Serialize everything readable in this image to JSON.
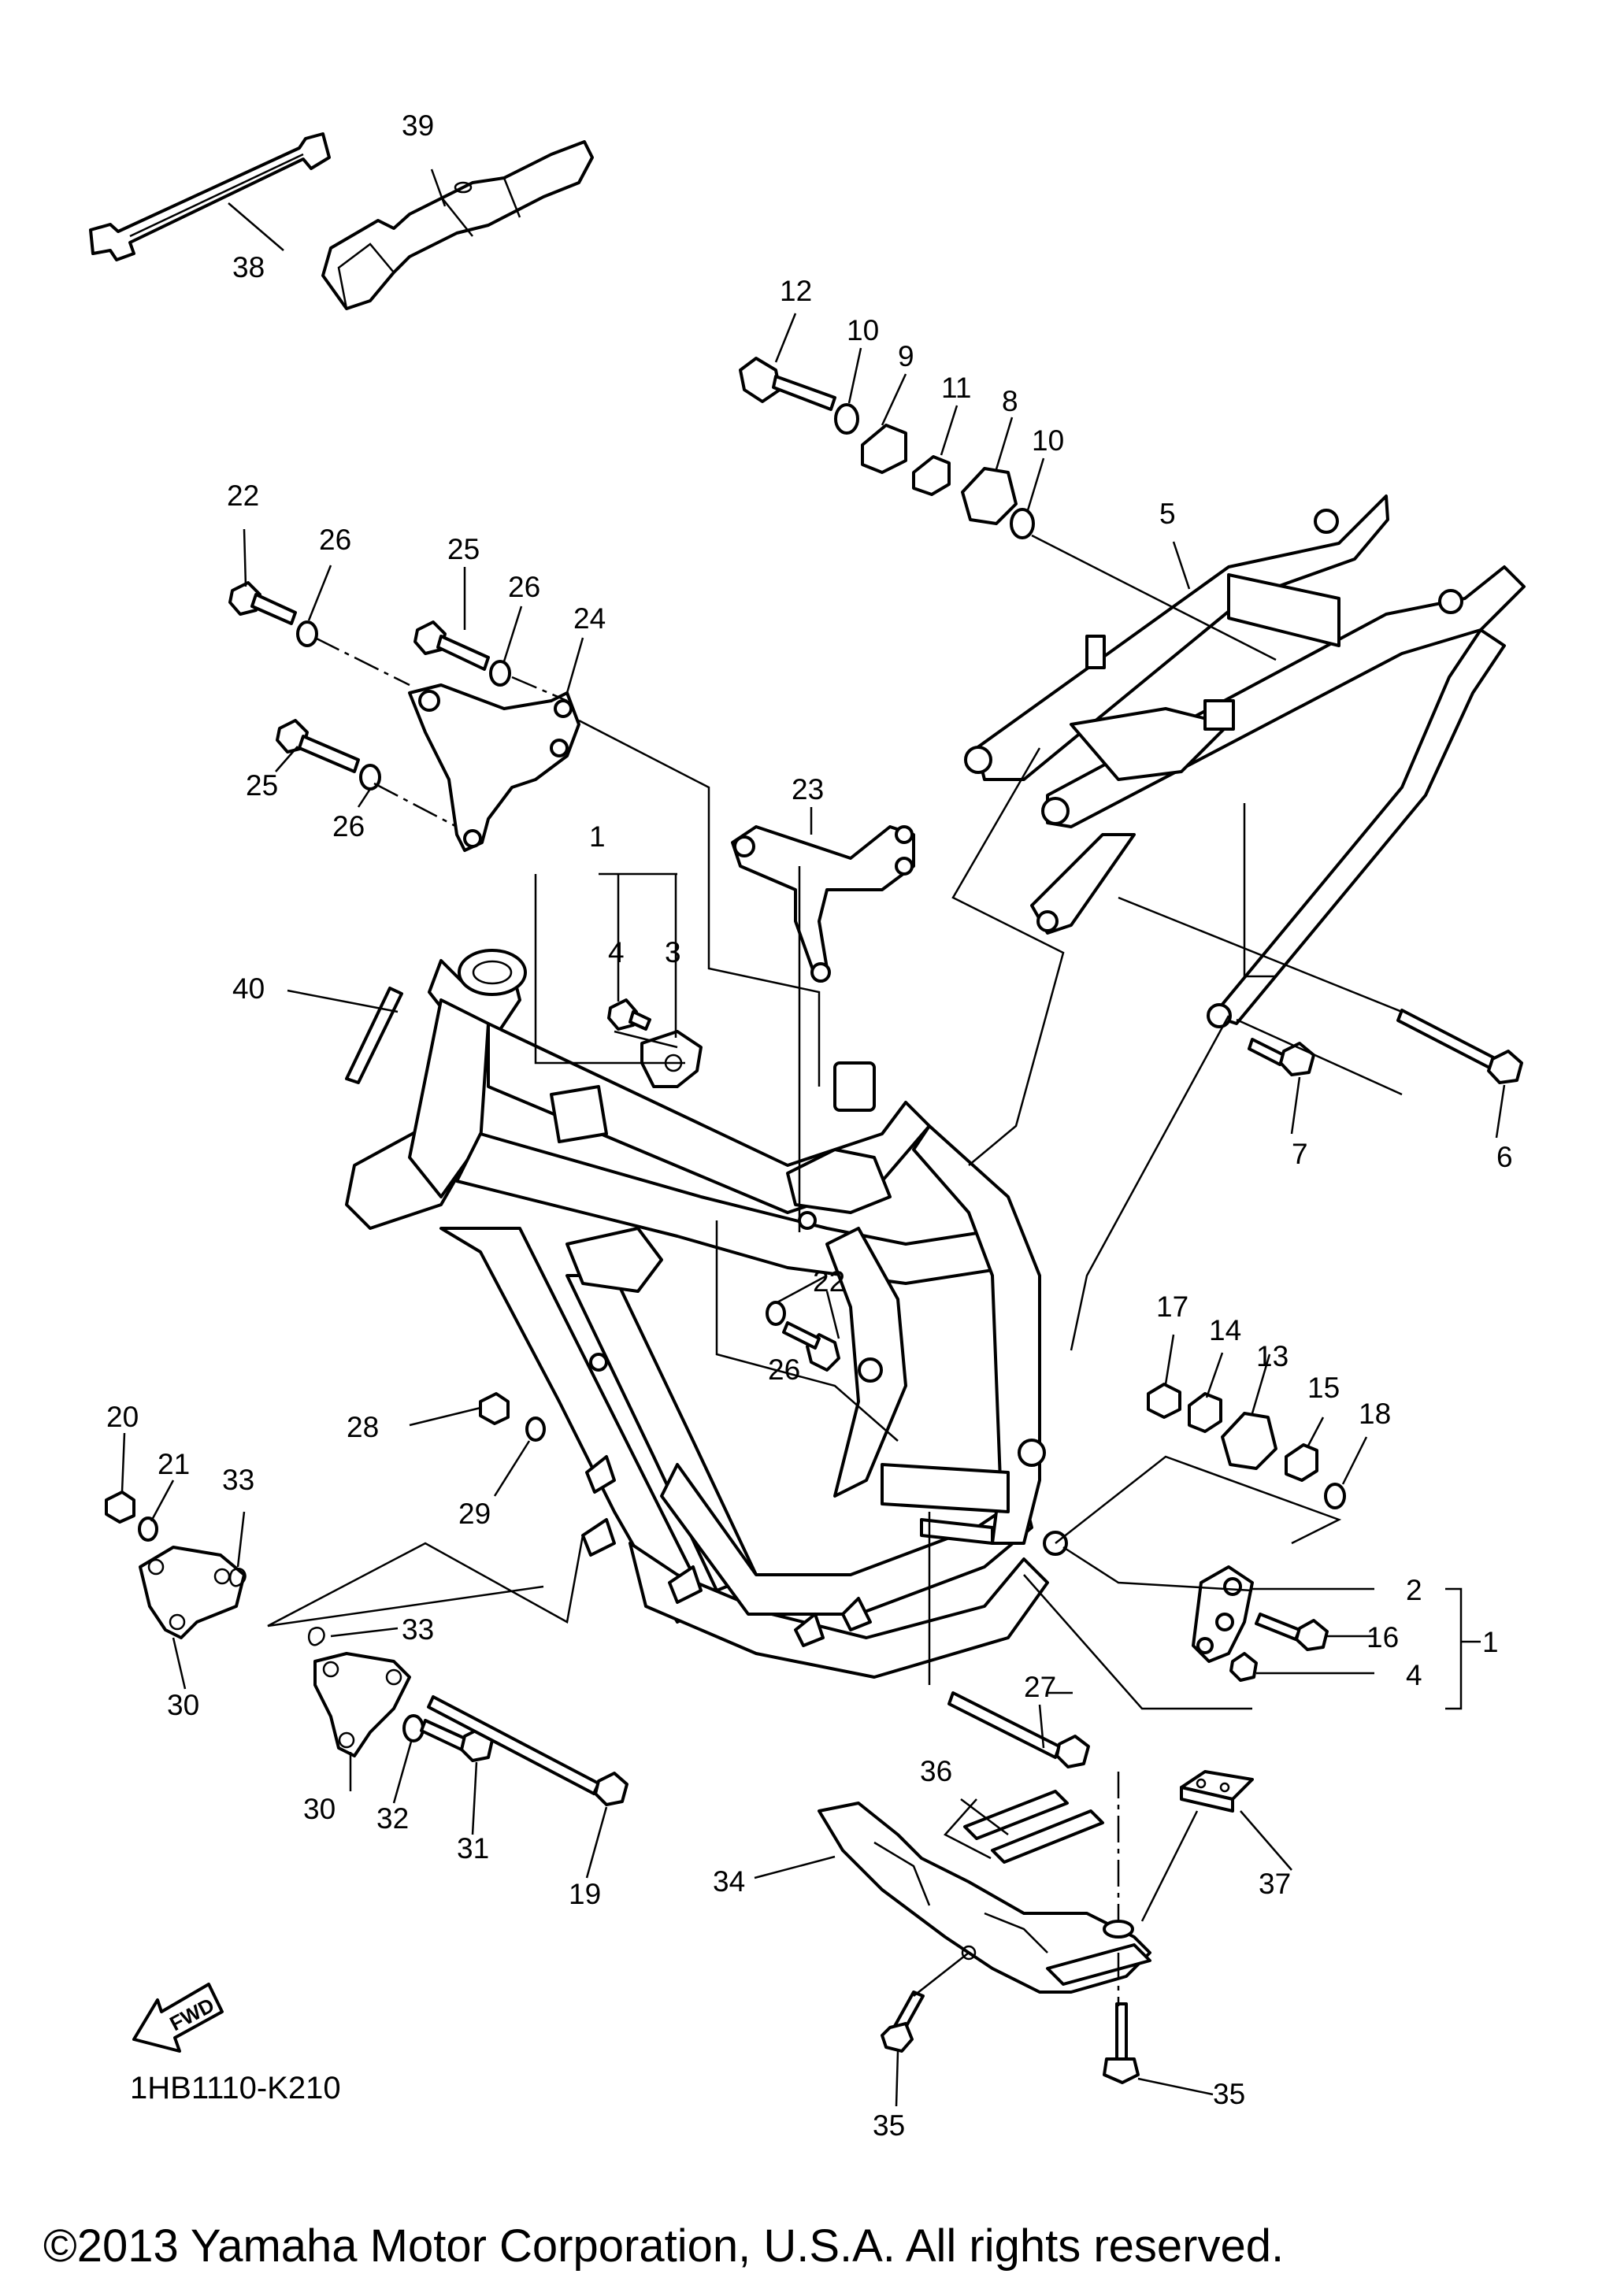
{
  "diagram": {
    "code": "1HB1110-K210",
    "copyright": "©2013 Yamaha Motor Corporation, U.S.A. All rights reserved.",
    "fwd_label": "FWD",
    "callouts": {
      "c1_top": "1",
      "c1_right": "1",
      "c2": "2",
      "c3": "3",
      "c4_top": "4",
      "c4_right": "4",
      "c5": "5",
      "c6": "6",
      "c7": "7",
      "c8": "8",
      "c9": "9",
      "c10_a": "10",
      "c10_b": "10",
      "c11": "11",
      "c12": "12",
      "c13": "13",
      "c14": "14",
      "c15": "15",
      "c16": "16",
      "c17": "17",
      "c18": "18",
      "c19": "19",
      "c20": "20",
      "c21": "21",
      "c22_a": "22",
      "c22_b": "22",
      "c23": "23",
      "c24": "24",
      "c25_a": "25",
      "c25_b": "25",
      "c26_a": "26",
      "c26_b": "26",
      "c26_c": "26",
      "c26_d": "26",
      "c27": "27",
      "c28": "28",
      "c29": "29",
      "c30_a": "30",
      "c30_b": "30",
      "c31": "31",
      "c32": "32",
      "c33_a": "33",
      "c33_b": "33",
      "c34": "34",
      "c35_a": "35",
      "c35_b": "35",
      "c36": "36",
      "c37": "37",
      "c38": "38",
      "c39": "39",
      "c40": "40"
    }
  }
}
